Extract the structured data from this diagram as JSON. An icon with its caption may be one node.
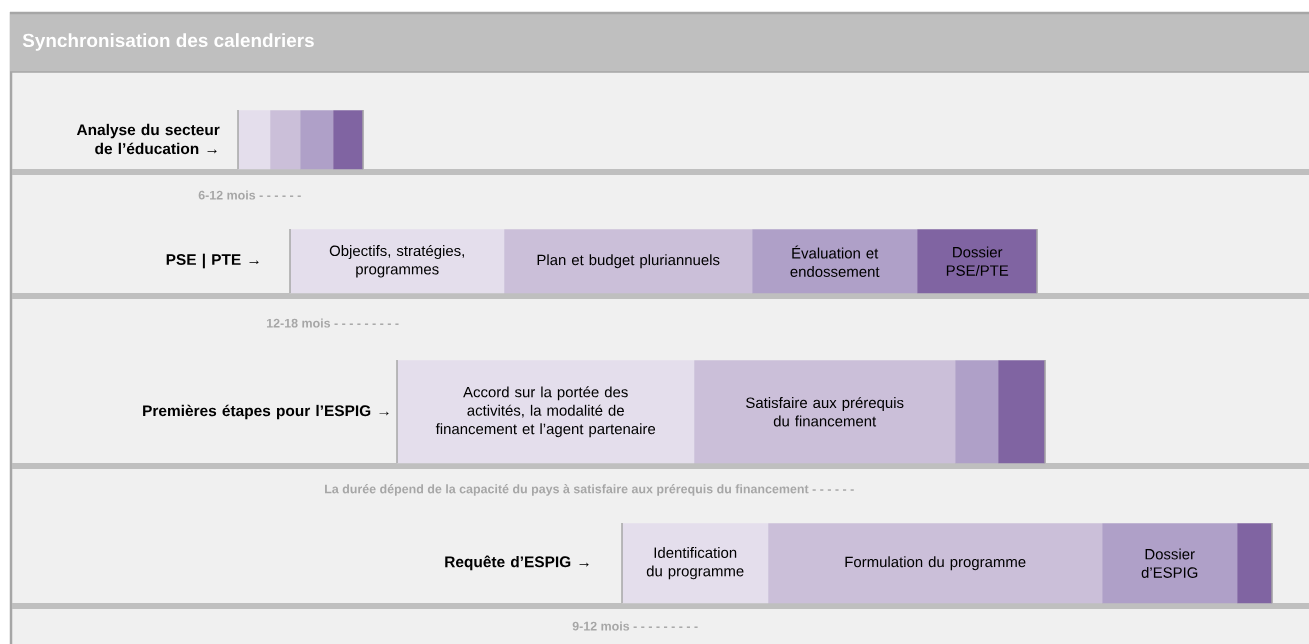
{
  "diagram": {
    "title": "Synchronisation des calendriers",
    "nodes": [
      {
        "text": [],
        "shape": "bar"
      },
      {
        "text": [],
        "shape": "bar"
      },
      {
        "text": [],
        "shape": "bar"
      },
      {
        "text": [],
        "shape": "bar"
      },
      {
        "text": [
          "Objectifs, stratégies, programmes"
        ]
      },
      {
        "text": [
          "Plan et budget pluriannuels"
        ]
      },
      {
        "text": [
          "Évaluation et endossement"
        ]
      },
      {
        "text": [
          "Dossier PSE/PTE"
        ]
      },
      {
        "text": [
          "Accord sur la portée des activités, la modalité de financement et l’agent partenaire"
        ]
      },
      {
        "text": [
          "Satisfaire aux prérequis du financement"
        ]
      },
      {
        "text": [],
        "shape": "bar"
      },
      {
        "text": [],
        "shape": "bar"
      },
      {
        "text": [
          "Identification du programme"
        ]
      },
      {
        "text": [
          "Formulation du programme"
        ]
      },
      {
        "text": [
          "Dossier d’ESPIG"
        ]
      },
      {
        "text": [],
        "shape": "bar"
      }
    ],
    "labels": [
      "Analyse du secteur de l’éducation →",
      "6-12 mois - - - - - -",
      "PSE | PTE →",
      "12-18 mois - - - - - - - - -",
      "Premières étapes pour l’ESPIG →",
      "La durée dépend de la capacité du pays à satisfaire aux prérequis du financement - - - - - -",
      "Requête d’ESPIG →",
      "9-12 mois - - - - - - - - -"
    ]
  }
}
